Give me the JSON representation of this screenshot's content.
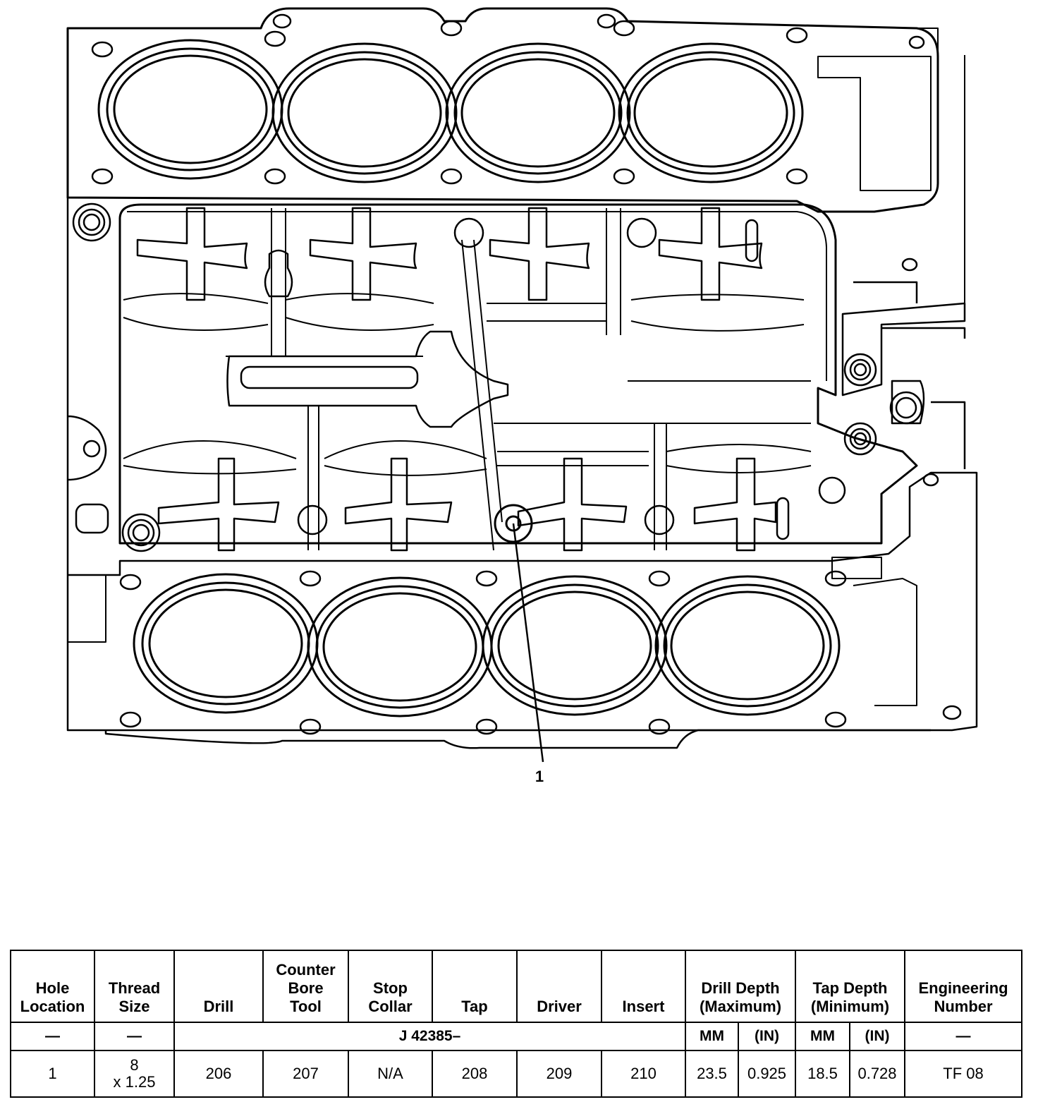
{
  "diagram": {
    "callouts": [
      {
        "id": "1",
        "label": "1"
      }
    ]
  },
  "table": {
    "headers": [
      "Hole\nLocation",
      "Thread\nSize",
      "Drill",
      "Counter\nBore\nTool",
      "Stop\nCollar",
      "Tap",
      "Driver",
      "Insert",
      "Drill Depth\n(Maximum)",
      "Tap Depth\n(Minimum)",
      "Engineering\nNumber"
    ],
    "subheader": {
      "hole_location": "—",
      "thread_size": "—",
      "tool_prefix": "J 42385–",
      "drill_mm": "MM",
      "drill_in": "(IN)",
      "tap_mm": "MM",
      "tap_in": "(IN)",
      "engineering_number": "—"
    },
    "rows": [
      {
        "hole_location": "1",
        "thread_size": "8\nx 1.25",
        "drill": "206",
        "counter_bore_tool": "207",
        "stop_collar": "N/A",
        "tap": "208",
        "driver": "209",
        "insert": "210",
        "drill_depth_mm": "23.5",
        "drill_depth_in": "0.925",
        "tap_depth_mm": "18.5",
        "tap_depth_in": "0.728",
        "engineering_number": "TF 08"
      }
    ]
  }
}
